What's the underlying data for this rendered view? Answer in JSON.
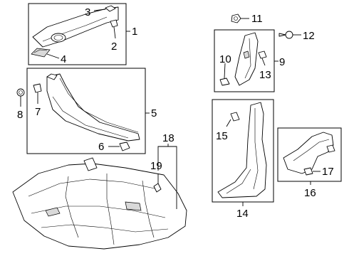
{
  "callouts": {
    "p1": "1",
    "p2": "2",
    "p3": "3",
    "p4": "4",
    "p5": "5",
    "p6": "6",
    "p7": "7",
    "p8": "8",
    "p9": "9",
    "p10": "10",
    "p11": "11",
    "p12": "12",
    "p13": "13",
    "p14": "14",
    "p15": "15",
    "p16": "16",
    "p17": "17",
    "p18": "18",
    "p19": "19"
  }
}
